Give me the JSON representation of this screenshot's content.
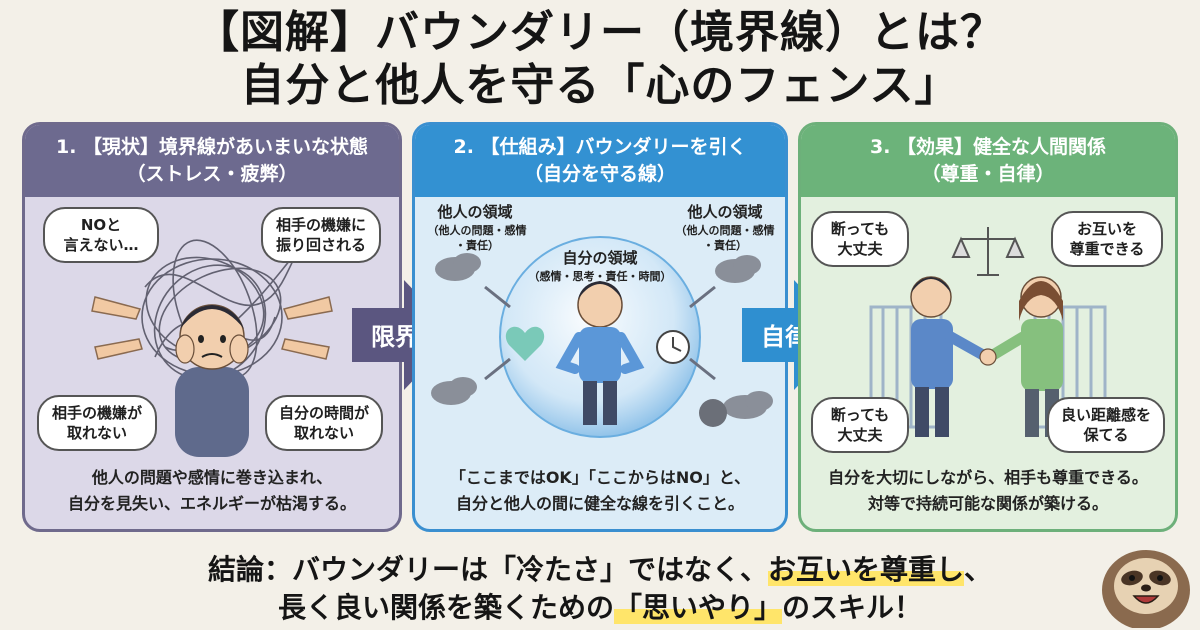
{
  "title": {
    "line1": "【図解】バウンダリー（境界線）とは？",
    "line2": "自分と他人を守る「心のフェンス」"
  },
  "panel1": {
    "heading_line1": "1. 【現状】境界線があいまいな状態",
    "heading_line2": "（ストレス・疲弊）",
    "bubbles": {
      "top_left_1": "NOと",
      "top_left_2": "言えない…",
      "top_right_1": "相手の機嫌に",
      "top_right_2": "振り回される",
      "bottom_left_1": "相手の機嫌が",
      "bottom_left_2": "取れない",
      "bottom_right_1": "自分の時間が",
      "bottom_right_2": "取れない"
    },
    "footer_line1": "他人の問題や感情に巻き込まれ、",
    "footer_line2": "自分を見失い、エネルギーが枯渇する。"
  },
  "arrow1": {
    "label": "限界",
    "color": "#5b5680"
  },
  "panel2": {
    "heading_line1": "2. 【仕組み】バウンダリーを引く",
    "heading_line2": "（自分を守る線）",
    "left_label": "他人の領域",
    "left_sub_1": "（他人の問題・感情",
    "left_sub_2": "・責任）",
    "right_label": "他人の領域",
    "right_sub_1": "（他人の問題・感情",
    "right_sub_2": "・責任）",
    "center_label": "自分の領域",
    "center_sub": "（感情・思考・責任・時間）",
    "footer_line1": "「ここまではOK」「ここからはNO」と、",
    "footer_line2": "自分と他人の間に健全な線を引くこと。"
  },
  "arrow2": {
    "label": "自律",
    "color": "#2f8fd0"
  },
  "panel3": {
    "heading_line1": "3. 【効果】健全な人間関係",
    "heading_line2": "（尊重・自律）",
    "bubbles": {
      "top_left_1": "断っても",
      "top_left_2": "大丈夫",
      "top_right_1": "お互いを",
      "top_right_2": "尊重できる",
      "bottom_left_1": "断っても",
      "bottom_left_2": "大丈夫",
      "bottom_right_1": "良い距離感を",
      "bottom_right_2": "保てる"
    },
    "footer_line1": "自分を大切にしながら、相手も尊重できる。",
    "footer_line2": "対等で持続可能な関係が築ける。"
  },
  "conclusion": {
    "line1_a": "結論：バウンダリーは「冷たさ」ではなく、",
    "line1_b": "お互いを尊重し",
    "line1_c": "、",
    "line2_a": "長く良い関係を築くための",
    "line2_b": "「思いやり」",
    "line2_c": "のスキル！"
  },
  "colors": {
    "panel1": "#6d6a8f",
    "panel2": "#3391d2",
    "panel3": "#6cb37a",
    "highlight": "#ffe56a"
  }
}
